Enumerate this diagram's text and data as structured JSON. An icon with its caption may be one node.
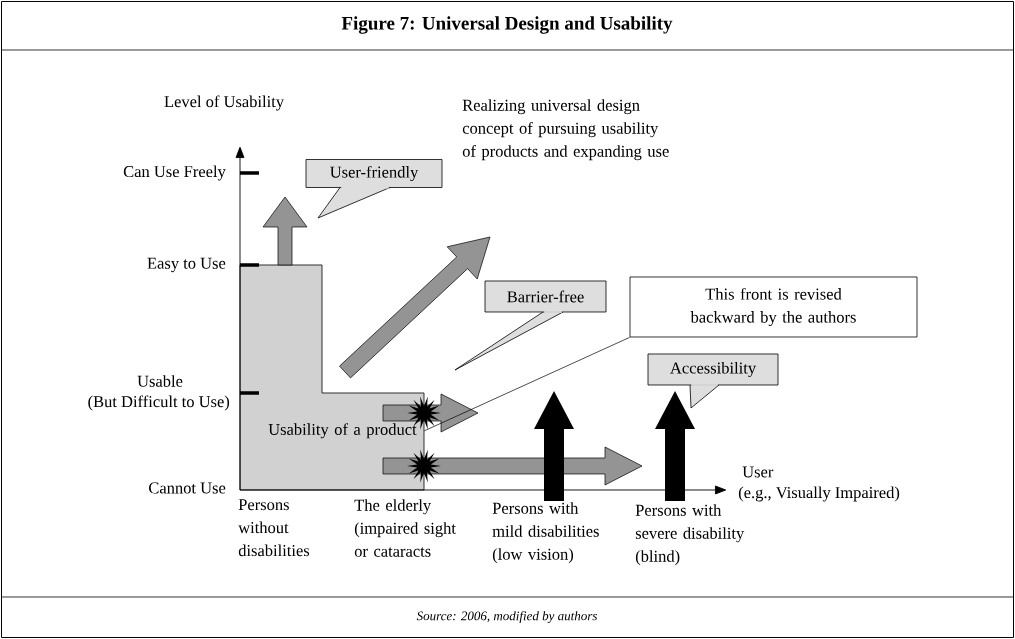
{
  "diagram": {
    "title": "Figure 7: Universal Design and Usability",
    "caption": "Source: 2006, modified by authors",
    "nodes": [
      {
        "text": [
          "User-friendly"
        ]
      },
      {
        "text": [
          "Barrier-free"
        ]
      },
      {
        "text": [
          "This front is revised backward by the authors"
        ]
      },
      {
        "text": [
          "Accessibility"
        ]
      },
      {
        "text": [
          "Usability of a product"
        ]
      }
    ],
    "edges": [
      {
        "from": 2,
        "to": 4,
        "arrow": "none"
      }
    ],
    "labels": [
      "Level of Usability",
      "Can Use Freely",
      "Realizing universal design concept of pursuing usability of products and expanding use",
      "Easy to Use",
      "Usable",
      "(But Difficult to Use)",
      "Cannot Use",
      "User",
      "(e.g., Visually Impaired)",
      "Persons without disabilities",
      "The elderly (impaired sight or cataracts",
      "Persons with mild disabilities (low vision)",
      "Persons with severe disability (blind)"
    ]
  }
}
